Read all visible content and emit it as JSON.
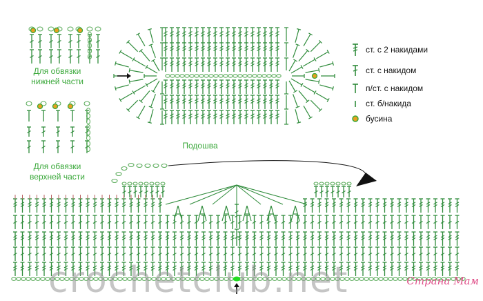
{
  "captions": {
    "bottom_edging": "Для обвязки\nнижней части",
    "top_edging": "Для обвязки\nверхней части",
    "sole": "Подошва"
  },
  "legend": [
    {
      "symbol": "double-crochet-2",
      "label": "ст. с 2 накидами"
    },
    {
      "symbol": "double-crochet",
      "label": "ст. с накидом"
    },
    {
      "symbol": "half-double-crochet",
      "label": "п/ст. с накидом"
    },
    {
      "symbol": "single-crochet",
      "label": "ст. б/накида"
    },
    {
      "symbol": "bead",
      "label": "бусина"
    }
  ],
  "watermark": "crochetclub.net",
  "brand": "Страна Мам",
  "colors": {
    "stitch": "#2e8b3a",
    "chain": "#5fae5f",
    "bead_fill": "#e8a020",
    "bead_ring": "#3aa83a",
    "arrow": "#111111",
    "marker": "#22dd22"
  }
}
